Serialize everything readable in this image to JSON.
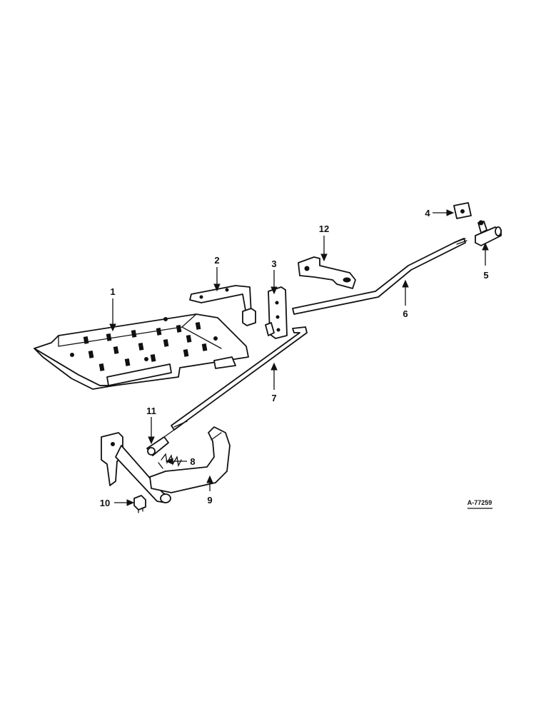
{
  "diagram": {
    "parts": [
      {
        "id": "part-1",
        "label": "1"
      },
      {
        "id": "part-2",
        "label": "2"
      },
      {
        "id": "part-3",
        "label": "3"
      },
      {
        "id": "part-4",
        "label": "4"
      },
      {
        "id": "part-5",
        "label": "5"
      },
      {
        "id": "part-6",
        "label": "6"
      },
      {
        "id": "part-7",
        "label": "7"
      },
      {
        "id": "part-8",
        "label": "8"
      },
      {
        "id": "part-9",
        "label": "9"
      },
      {
        "id": "part-10",
        "label": "10"
      },
      {
        "id": "part-11",
        "label": "11"
      },
      {
        "id": "part-12",
        "label": "12"
      }
    ],
    "reference_code": "A-77259"
  }
}
